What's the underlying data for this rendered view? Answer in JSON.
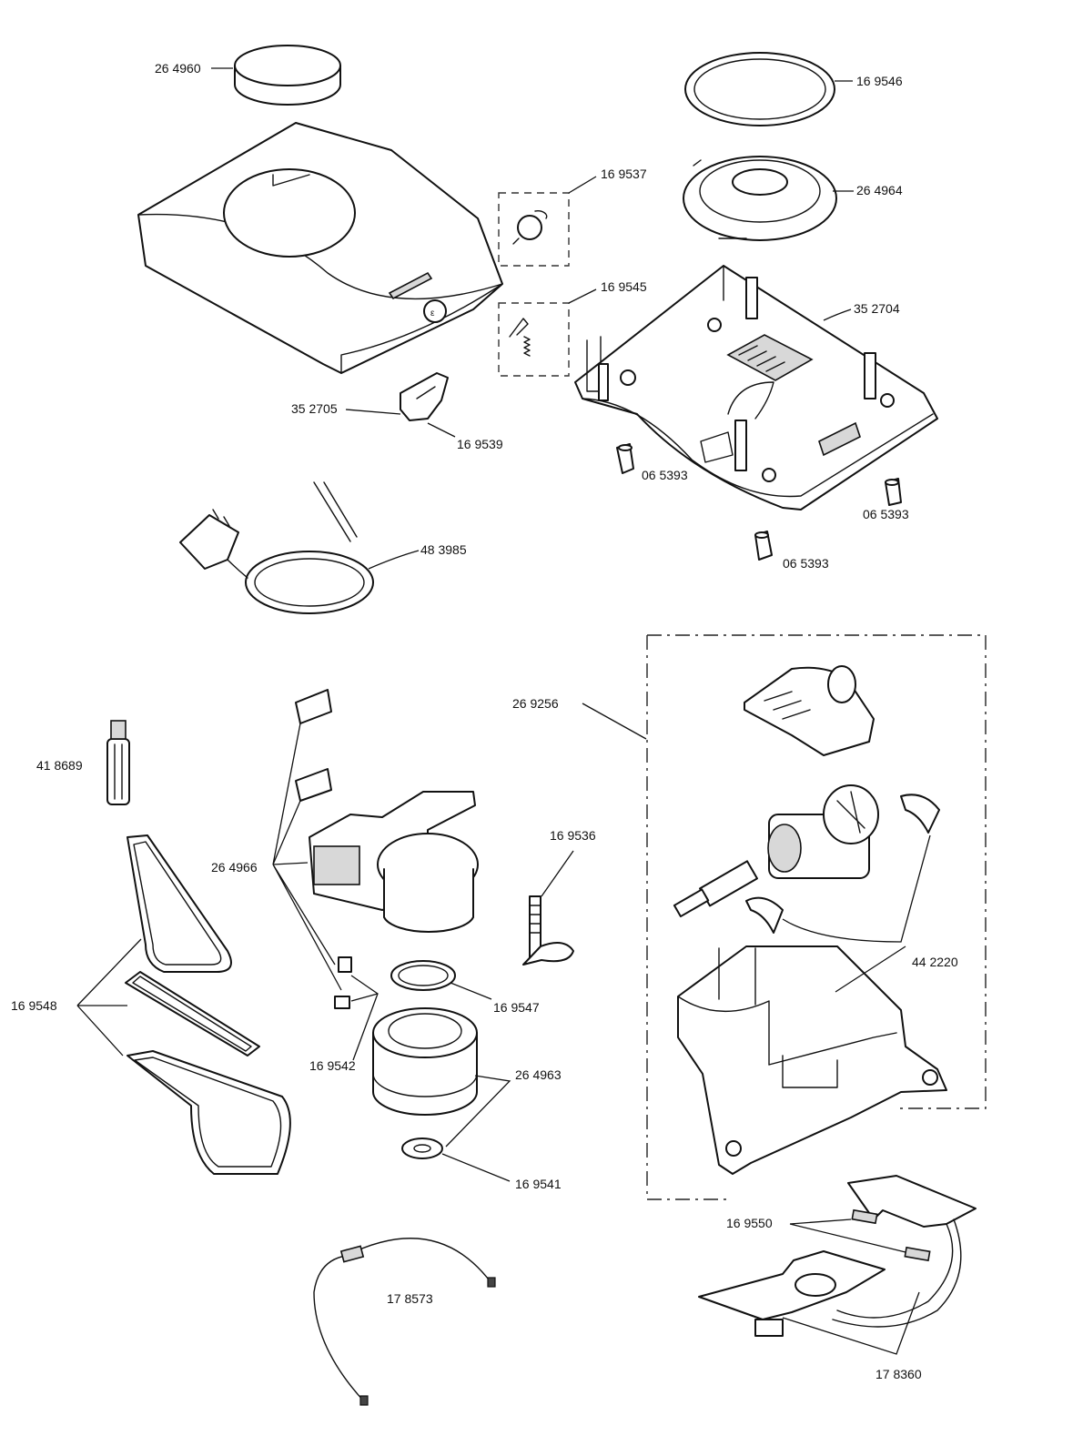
{
  "labels": {
    "p264960": "26 4960",
    "p169546": "16 9546",
    "p169537": "16 9537",
    "p264964": "26 4964",
    "p169545": "16 9545",
    "p352704": "35 2704",
    "p352705": "35 2705",
    "p169539": "16 9539",
    "p065393a": "06 5393",
    "p065393b": "06 5393",
    "p065393c": "06 5393",
    "p483985": "48 3985",
    "p269256": "26 9256",
    "p418689": "41 8689",
    "p264966": "26 4966",
    "p169536": "16 9536",
    "p169548": "16 9548",
    "p169547": "16 9547",
    "p169542": "16 9542",
    "p264963": "26 4963",
    "p442220": "44 2220",
    "p169541": "16 9541",
    "p169550": "16 9550",
    "p178573": "17 8573",
    "p178360": "17 8360"
  }
}
